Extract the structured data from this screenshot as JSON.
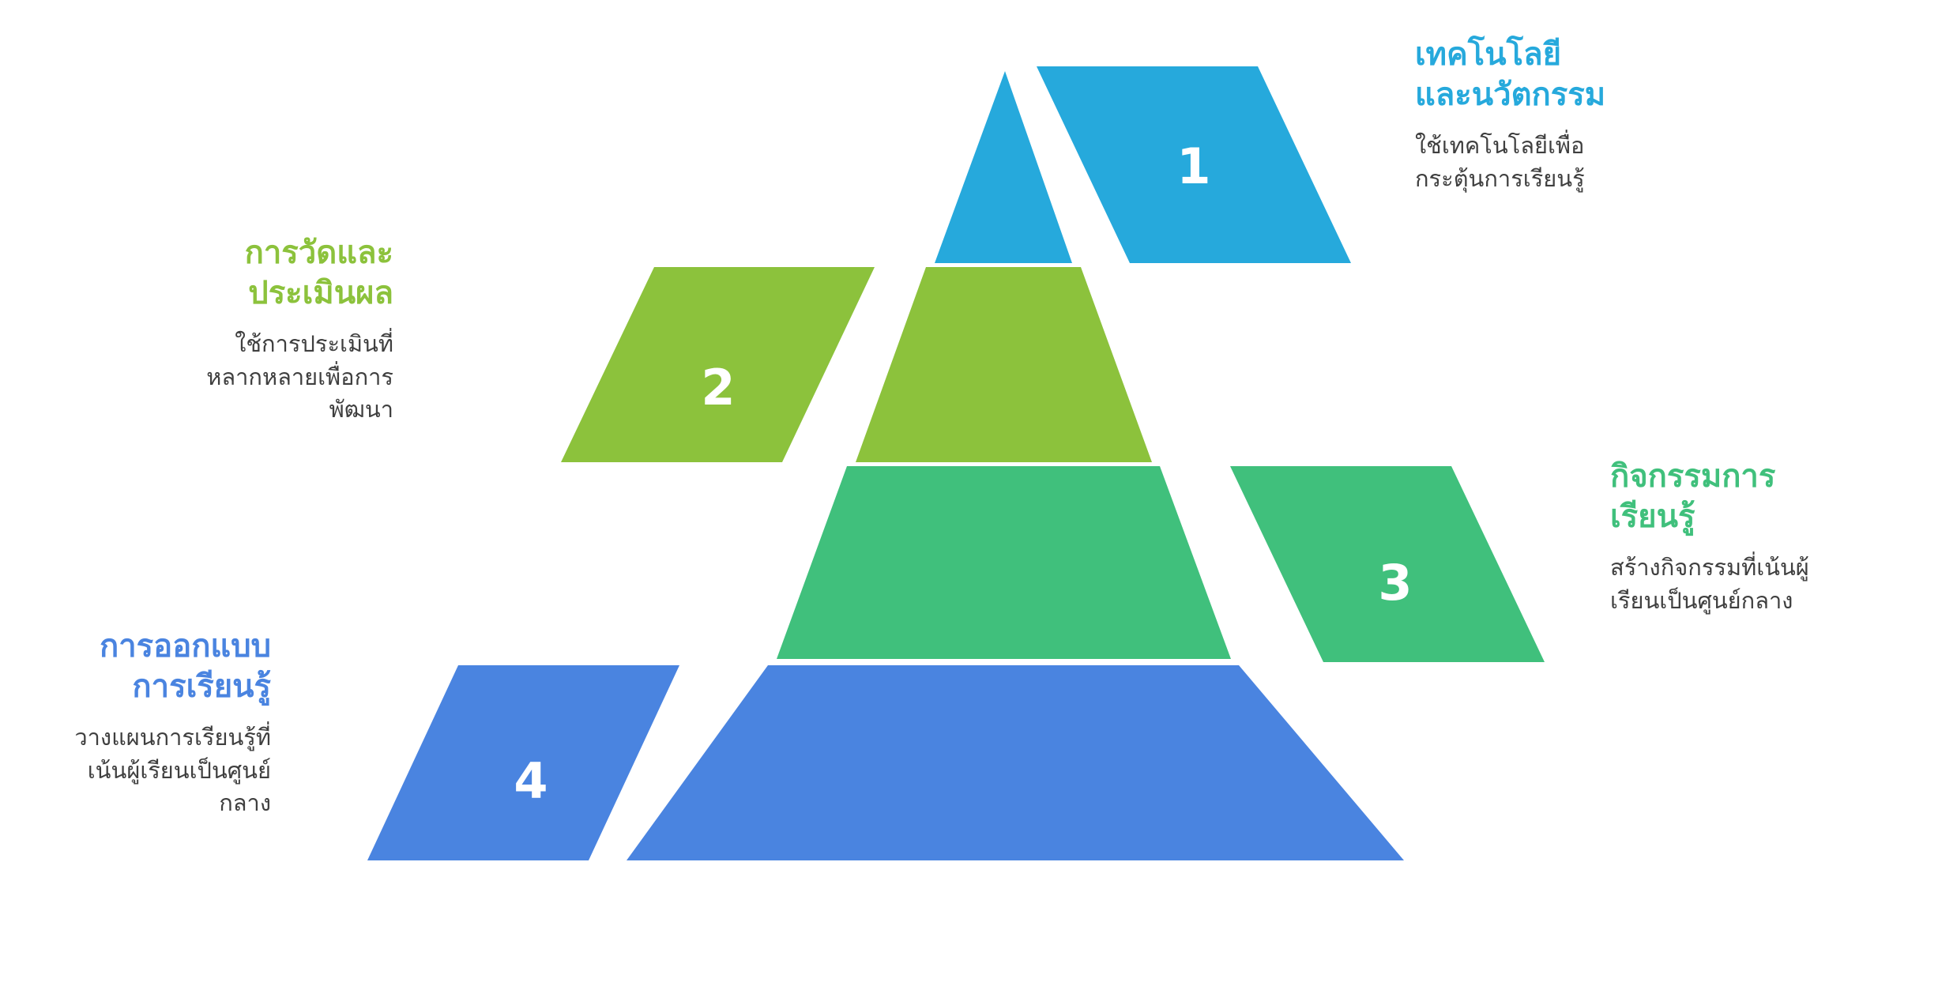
{
  "diagram": {
    "type": "pyramid",
    "title_visible": false,
    "background_color": "#ffffff",
    "body_text_color": "#3f3f3f",
    "number_text_color": "#ffffff",
    "levels": [
      {
        "number": "1",
        "color": "#26a9dc",
        "title": "เทคโนโลยี\nและนวัตกรรม",
        "description": "ใช้เทคโนโลยีเพื่อ\nกระตุ้นการเรียนรู้",
        "side": "right"
      },
      {
        "number": "2",
        "color": "#8cc23c",
        "title": "การวัดและ\nประเมินผล",
        "description": "ใช้การประเมินที่\nหลากหลายเพื่อการ\nพัฒนา",
        "side": "left"
      },
      {
        "number": "3",
        "color": "#40c07c",
        "title": "กิจกรรมการ\nเรียนรู้",
        "description": "สร้างกิจกรรมที่เน้นผู้\nเรียนเป็นศูนย์กลาง",
        "side": "right"
      },
      {
        "number": "4",
        "color": "#4a84e0",
        "title": "การออกแบบ\nการเรียนรู้",
        "description": "วางแผนการเรียนรู้ที่\nเน้นผู้เรียนเป็นศูนย์\nกลาง",
        "side": "left"
      }
    ]
  }
}
